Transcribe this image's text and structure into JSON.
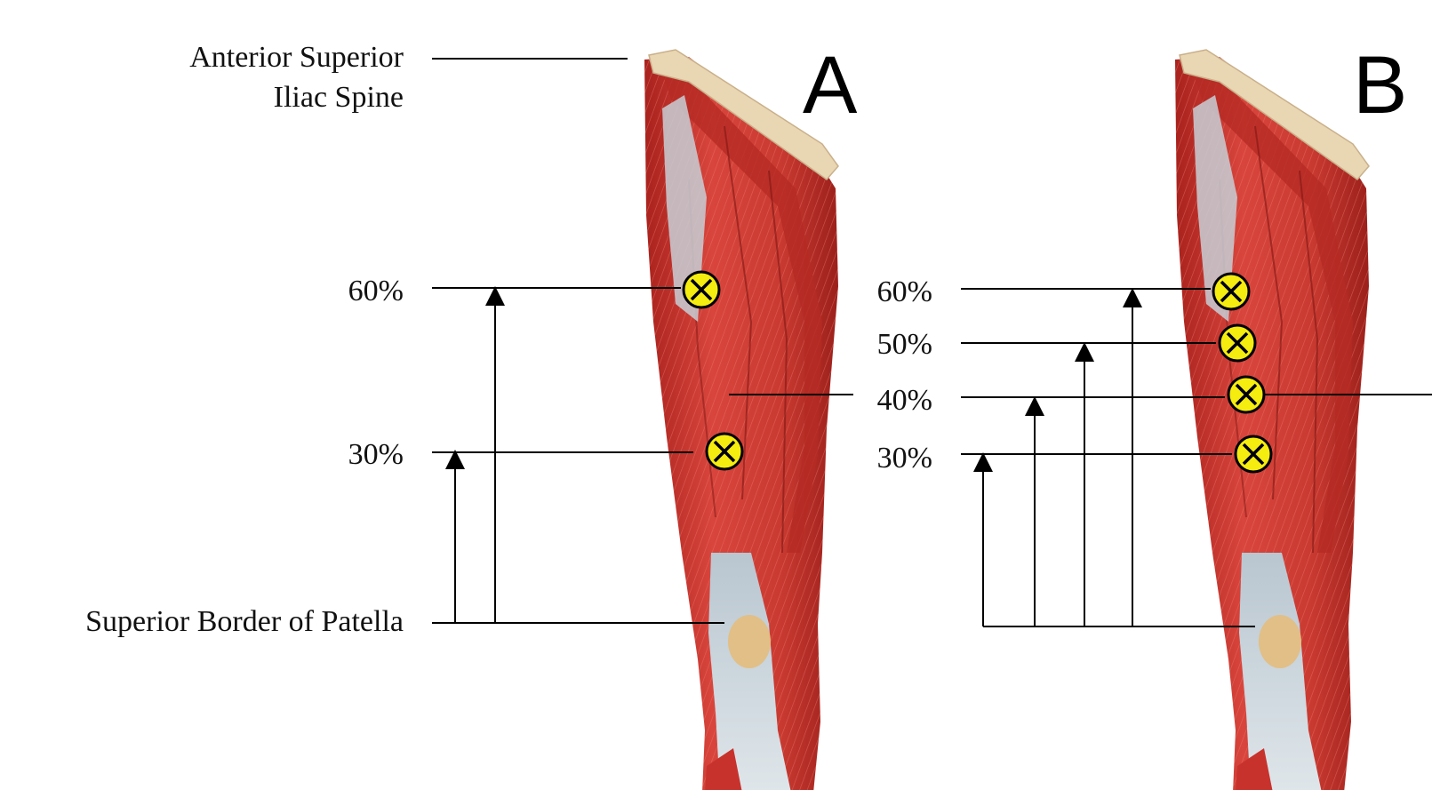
{
  "panel_a": {
    "letter": "A",
    "landmark_top_line1": "Anterior Superior",
    "landmark_top_line2": "Iliac Spine",
    "landmark_bottom": "Superior Border of Patella",
    "levels": [
      "60%",
      "30%"
    ]
  },
  "panel_b": {
    "letter": "B",
    "levels": [
      "60%",
      "50%",
      "40%",
      "30%"
    ]
  },
  "colors": {
    "muscle": "#c8322c",
    "muscle_dark": "#8f1f1a",
    "tendon": "#c9d4dc",
    "marker": "#f5ec10",
    "bone": "#e3c28c"
  },
  "icons": {
    "electrode": "circled-x-marker"
  }
}
